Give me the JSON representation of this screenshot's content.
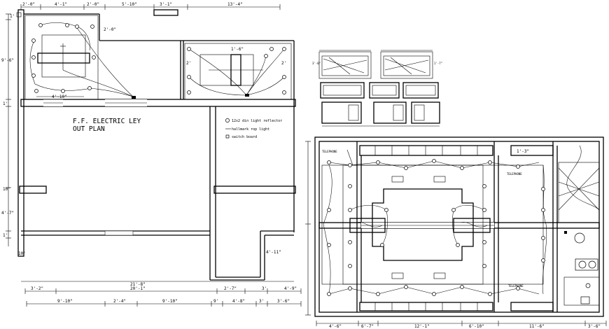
{
  "plan_title": {
    "line1": "F.F. ELECTRIC LEY",
    "line2": "OUT PLAN"
  },
  "legend": [
    {
      "symbol": "circle",
      "label": "12x2 din light reflector"
    },
    {
      "symbol": "dash",
      "label": "hallmark rop light"
    },
    {
      "symbol": "square",
      "label": "switch board"
    }
  ],
  "left_top_dims": [
    "2'-0\"",
    "4'-1\"",
    "2'-0\"",
    "5'-10\"",
    "3'-1\"",
    "13'-4\""
  ],
  "left_side_dims": [
    "1'",
    "9'-6\"",
    "1'",
    "10'",
    "4'-7\"",
    "1'",
    "10'"
  ],
  "left_misc_dims": [
    "2'-0\"",
    "4'-10\"",
    "4'-11\""
  ],
  "right_room_dims": [
    "1'-6\"",
    "2'",
    "2'"
  ],
  "left_bottom_total": "21'-8\"",
  "left_bottom_row1": [
    "3'-2\"",
    "20'-1\"",
    "2'-7\"",
    "3'",
    "4'-9\""
  ],
  "left_bottom_row2": [
    "9'-10\"",
    "2'-4\"",
    "9'-10\"",
    "9'",
    "4'-8\"",
    "3'",
    "3'-6\""
  ],
  "right_top_dims": [
    "1'-3\""
  ],
  "right_labels": [
    "TELEPHONE",
    "TELEPHONE",
    "TELEPHONE"
  ],
  "right_bottom_dims": [
    "4'-6\"",
    "6'-7\"",
    "12'-1\"",
    "6'-10\"",
    "11'-6\"",
    "3'-6\""
  ],
  "detail_dims": [
    "3'-0\"",
    "1'-7\""
  ]
}
